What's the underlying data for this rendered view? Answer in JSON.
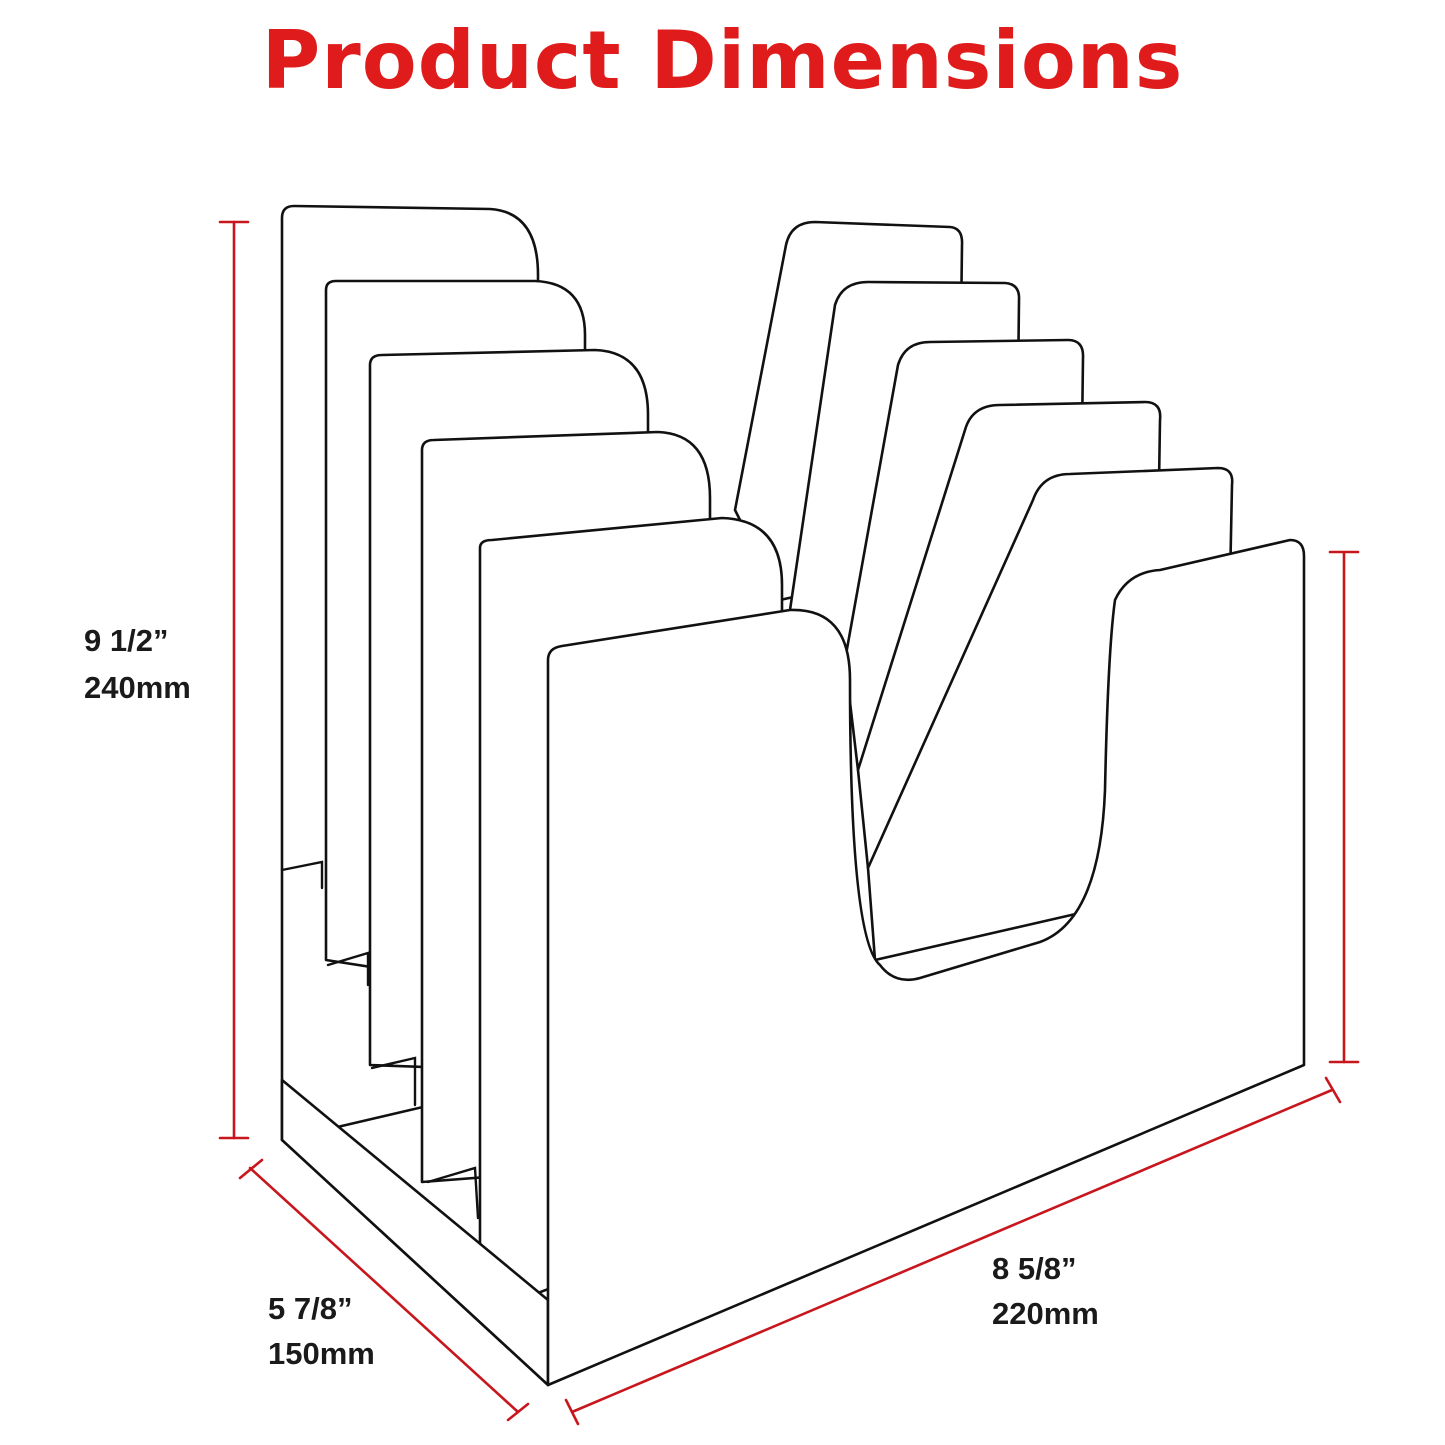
{
  "title": "Product Dimensions",
  "dimensions": {
    "height": {
      "imperial": "9 1/2”",
      "metric": "240mm"
    },
    "depth": {
      "imperial": "5 7/8”",
      "metric": "150mm"
    },
    "width": {
      "imperial": "8 5/8”",
      "metric": "220mm"
    }
  },
  "colors": {
    "title": "#e01b1b",
    "dimension_line": "#c8161d",
    "outline": "#111111",
    "text": "#1a1a1a"
  }
}
